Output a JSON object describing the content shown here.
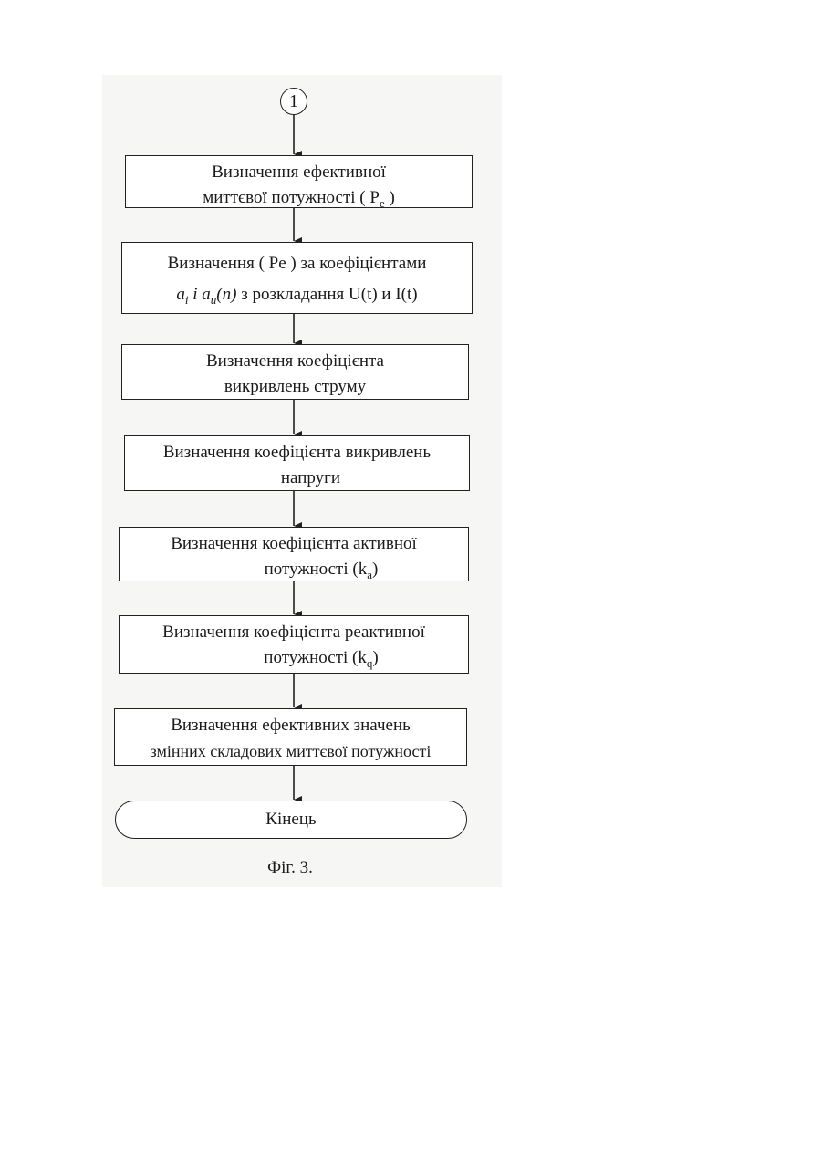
{
  "start_connector": {
    "label": "1"
  },
  "steps": [
    {
      "line1": "Визначення ефективної",
      "line2_pre": "миттєвої потужності ( P",
      "line2_sub": "e",
      "line2_post": " )"
    },
    {
      "line1": "Визначення  ( Pe ) за  коефіцієнтами",
      "math_a": "a",
      "math_a_sub": "i",
      "math_i": " i ",
      "math_au": "a",
      "math_au_sub": "u",
      "math_n": "(n)",
      "line2_rest": " з розкладання   U(t) и I(t)"
    },
    {
      "line1": "Визначення коефіцієнта",
      "line2": "викривлень  струму"
    },
    {
      "line1": "Визначення коефіцієнта викривлень",
      "line2": "напруги"
    },
    {
      "line1": "Визначення коефіцієнта активної",
      "line2_pre": "потужності (k",
      "line2_sub": "a",
      "line2_post": ")"
    },
    {
      "line1": "Визначення коефіцієнта реактивної",
      "line2_pre": "потужності (k",
      "line2_sub": "q",
      "line2_post": ")"
    },
    {
      "line1": "Визначення ефективних значень",
      "line2": "змінних  складових миттєвої потужності"
    }
  ],
  "terminal": {
    "label": "Кінець"
  },
  "caption": "Фіг. 3."
}
